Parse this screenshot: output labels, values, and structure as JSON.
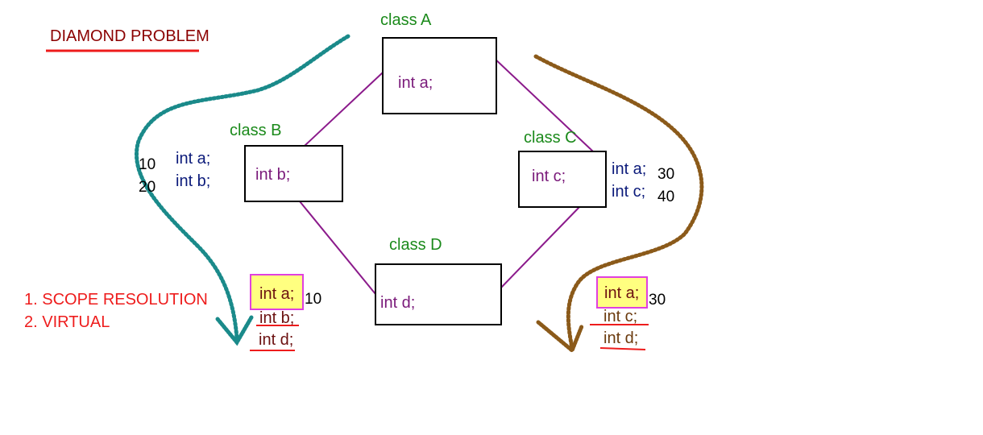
{
  "title": "DIAMOND PROBLEM",
  "classes": {
    "a": {
      "name": "class A",
      "field": "int a;"
    },
    "b": {
      "name": "class B",
      "field": "int b;"
    },
    "c": {
      "name": "class C",
      "field": "int c;"
    },
    "d": {
      "name": "class D",
      "field": "int d;"
    }
  },
  "left_note": {
    "vars": [
      "int a;",
      "int b;"
    ],
    "values": [
      "10",
      "20"
    ]
  },
  "right_note": {
    "vars": [
      "int a;",
      "int c;"
    ],
    "values": [
      "30",
      "40"
    ]
  },
  "left_result": {
    "highlight": "int a;",
    "highlight_value": "10",
    "struck": [
      "int b;",
      "int d;"
    ]
  },
  "right_result": {
    "highlight": "int a;",
    "highlight_value": "30",
    "struck": [
      "int c;",
      "int d;"
    ]
  },
  "solutions": [
    "1. SCOPE RESOLUTION",
    "2. VIRTUAL"
  ],
  "colors": {
    "title": "#8b0000",
    "class_label": "#1b8a1b",
    "field": "#7a1a7a",
    "var": "#0b1a7a",
    "solutions": "#ee1c1c",
    "teal_arrow": "#1a8a8a",
    "brown_arrow": "#8b5a1a",
    "link": "#8b1a8b",
    "highlight_fill": "#ffff80",
    "highlight_border": "#e040e0"
  },
  "icons": [
    "teal-curved-arrow-icon",
    "brown-curved-arrow-icon"
  ]
}
